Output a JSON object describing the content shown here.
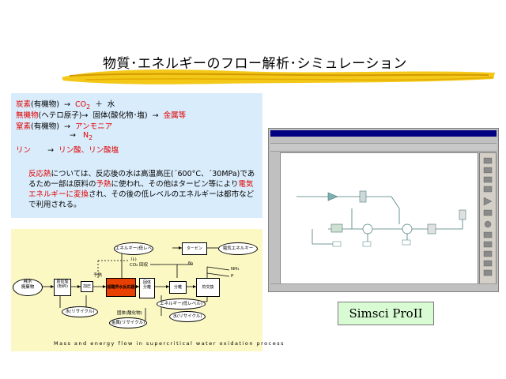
{
  "title": "物質･エネルギーのフロー解析･シミュレーション",
  "reactions": {
    "carbon": {
      "a": "炭素",
      "b": "(有機物)",
      "arrow": "→",
      "c": "CO",
      "sub": "2",
      "plus": "＋",
      "d": "水"
    },
    "inorganic": {
      "a": "無機物",
      "b": "(ヘテロ原子)→",
      "c": "固体(酸化物･塩)",
      "arrow": "→",
      "d": "金属等"
    },
    "nitrogen": {
      "a": "窒素",
      "b": "(有機物)",
      "arrow": "→",
      "c": "アンモニア"
    },
    "n2": {
      "arrow": "→",
      "c": "N",
      "sub": "2"
    },
    "phosphorus": {
      "a": "リン",
      "arrow": "→",
      "c": "リン酸、リン酸塩"
    }
  },
  "note": {
    "p1": "反応熱",
    "p2": "については、反応後の水は高温高圧(´600°C、´30MPa)であるため一部は原料の",
    "p3": "予熱",
    "p4": "に使われ、その他はタービン等により",
    "p5": "電気エネルギーに変換",
    "p6": "され、その後の低レベルのエネルギーは都市などで利用される。"
  },
  "flow": {
    "feed": "廃水\n廃棄物",
    "pretreat": "前処理\n(粉砕)",
    "pump": "加圧",
    "preheat": "予熱",
    "reactor": "超臨界水反応器",
    "separator1": "固体\n分離",
    "separator2": "分離",
    "heat_exchanger": "熱交換",
    "energy_left": "エネルギー(低レベル)",
    "turbine": "タービン",
    "power": "電気エネルギー",
    "co2_label": "CO₂ 回収",
    "n2_label": "N₂",
    "nh3_label": "NH₃",
    "p_label": "P",
    "water_recycle": "水(リサイクル)",
    "water_recycle2": "水(リサイクル)",
    "energy_low": "エネルギー(低レベル)",
    "metal_recycle": "金属(リサイクル)",
    "solids": "固体(酸化物)",
    "caption": "Mass and energy flow in supercritical water oxidation process"
  },
  "sim_label": "Simsci ProII",
  "colors": {
    "chem_bg": "#d9ecfb",
    "flow_bg": "#fbf8c4",
    "label_bg": "#d9fbd4",
    "accent_red": "#e00000",
    "brush": "#f2c200"
  }
}
